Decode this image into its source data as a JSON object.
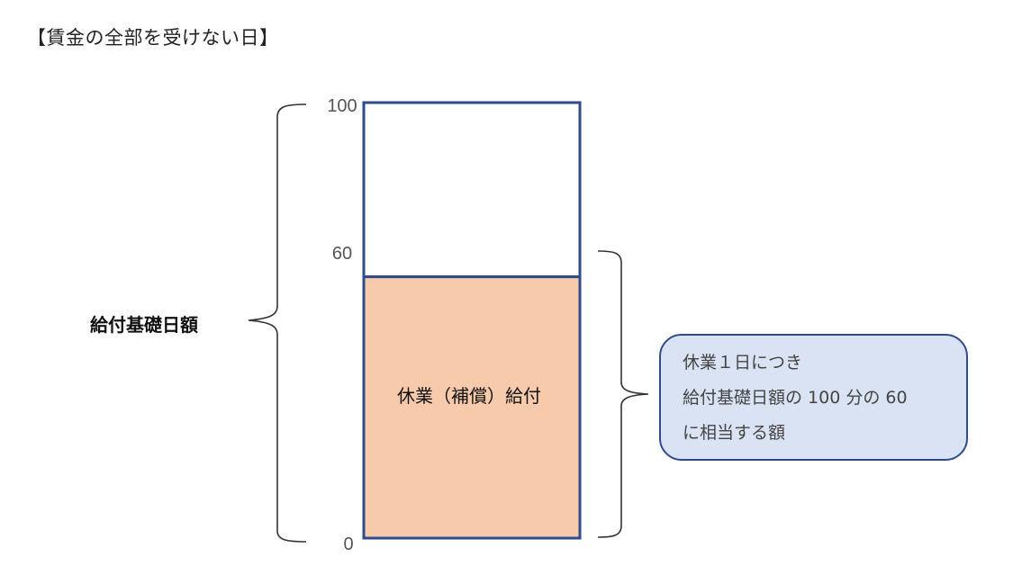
{
  "title": "【賃金の全部を受けない日】",
  "diagram": {
    "total_value": 100,
    "paid_value": 60,
    "zero_value": 0,
    "ticks": [
      "100",
      "60",
      "0"
    ],
    "left_brace_label": "給付基礎日額",
    "bar_label": "休業（補償）給付",
    "callout_lines": [
      "休業１日につき",
      "給付基礎日額の 100 分の 60",
      "に相当する額"
    ],
    "colors": {
      "bar_border": "#2f4b8a",
      "paid_fill": "#f7caac",
      "empty_fill": "#ffffff",
      "callout_fill": "#dae3f3",
      "callout_border": "#2f4b8a",
      "brace": "#333333"
    }
  }
}
